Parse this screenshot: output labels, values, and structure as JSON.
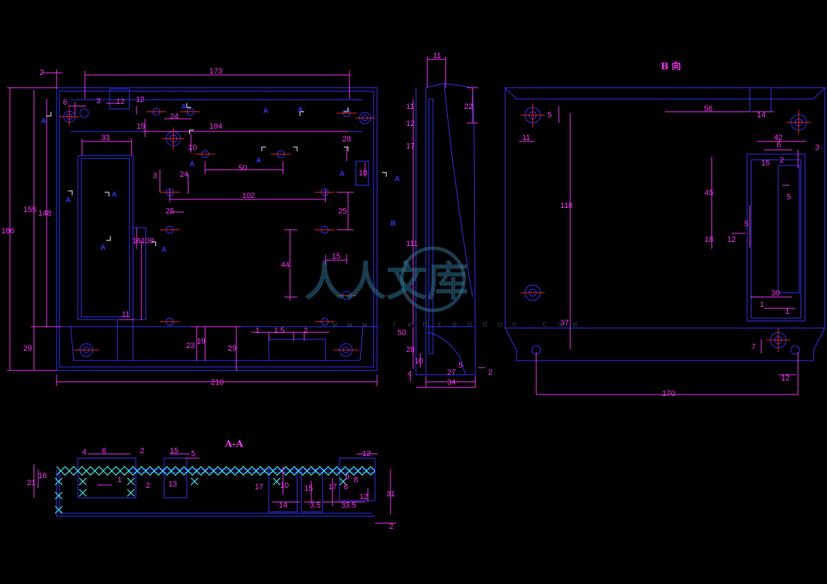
{
  "colors": {
    "background": "#000000",
    "outline": "#3333ff",
    "dimension": "#ff33ff",
    "center": "#ff2222",
    "hatch": "#33ffff",
    "watermark": "#2f6f8f"
  },
  "front_view": {
    "dims": {
      "d2": "2",
      "d173": "173",
      "d6": "6",
      "d3a": "3",
      "d12a": "12",
      "d12b": "12",
      "d19": "19",
      "d24": "24",
      "d194": "194",
      "d33": "33",
      "d10": "10",
      "d3b": "3",
      "d24b": "24",
      "d50": "50",
      "d28": "28",
      "d10b": "10",
      "d102": "102",
      "d25a": "25",
      "d25b": "25",
      "d16": "16",
      "d108": "108",
      "d44": "44",
      "d15": "15",
      "d11": "11",
      "d186": "186",
      "d155": "155",
      "d148": "148",
      "d29a": "29",
      "d23": "23",
      "d19b": "19",
      "d29b": "29",
      "d1": "1",
      "d1_5": "1.5",
      "d2b": "2",
      "d210": "210"
    },
    "labels": {
      "a1": "A",
      "a2": "A",
      "a3": "A",
      "a4": "A",
      "a5": "A",
      "a6": "A",
      "a7": "A",
      "a8": "A",
      "a9": "A",
      "a10": "A",
      "a11": "A",
      "a12": "A",
      "b": "B"
    }
  },
  "side_view": {
    "dims": {
      "d11": "11",
      "d22": "22",
      "d11b": "11",
      "d12": "12",
      "d17": "17",
      "d111": "111",
      "d50": "50",
      "d28": "28",
      "d10": "10",
      "d4": "4",
      "d27": "27",
      "d5": "5",
      "d2": "2",
      "d34": "34"
    }
  },
  "b_view": {
    "title": "B 向",
    "dims": {
      "d56": "56",
      "d14": "14",
      "d5": "5",
      "d11": "11",
      "d42": "42",
      "d6": "6",
      "d3": "3",
      "d15": "15",
      "d2": "2",
      "d118": "118",
      "d45": "45",
      "d5b": "5",
      "d5c": "5",
      "d18": "18",
      "d12": "12",
      "d30": "30",
      "d1": "1",
      "d1b": "1",
      "d37": "37",
      "d7": "7",
      "d12b": "12",
      "d170": "170"
    }
  },
  "section_aa": {
    "title": "A-A",
    "dims": {
      "d4": "4",
      "d6": "6",
      "d2": "2",
      "d15": "15",
      "d5": "5",
      "d16": "16",
      "d21": "21",
      "d1": "1",
      "d2b": "2",
      "d13": "13",
      "d17": "17",
      "d10": "10",
      "d15b": "15",
      "d14": "14",
      "d3_5": "3.5",
      "d12": "12",
      "d17b": "17",
      "d6b": "6",
      "d6c": "6",
      "d8": "8",
      "d33_5": "33.5",
      "d12b": "12",
      "d31": "31",
      "d2c": "2"
    }
  },
  "watermark": {
    "text": "人人文库",
    "url": "w w w . r e n r e n d o c . c o m"
  }
}
